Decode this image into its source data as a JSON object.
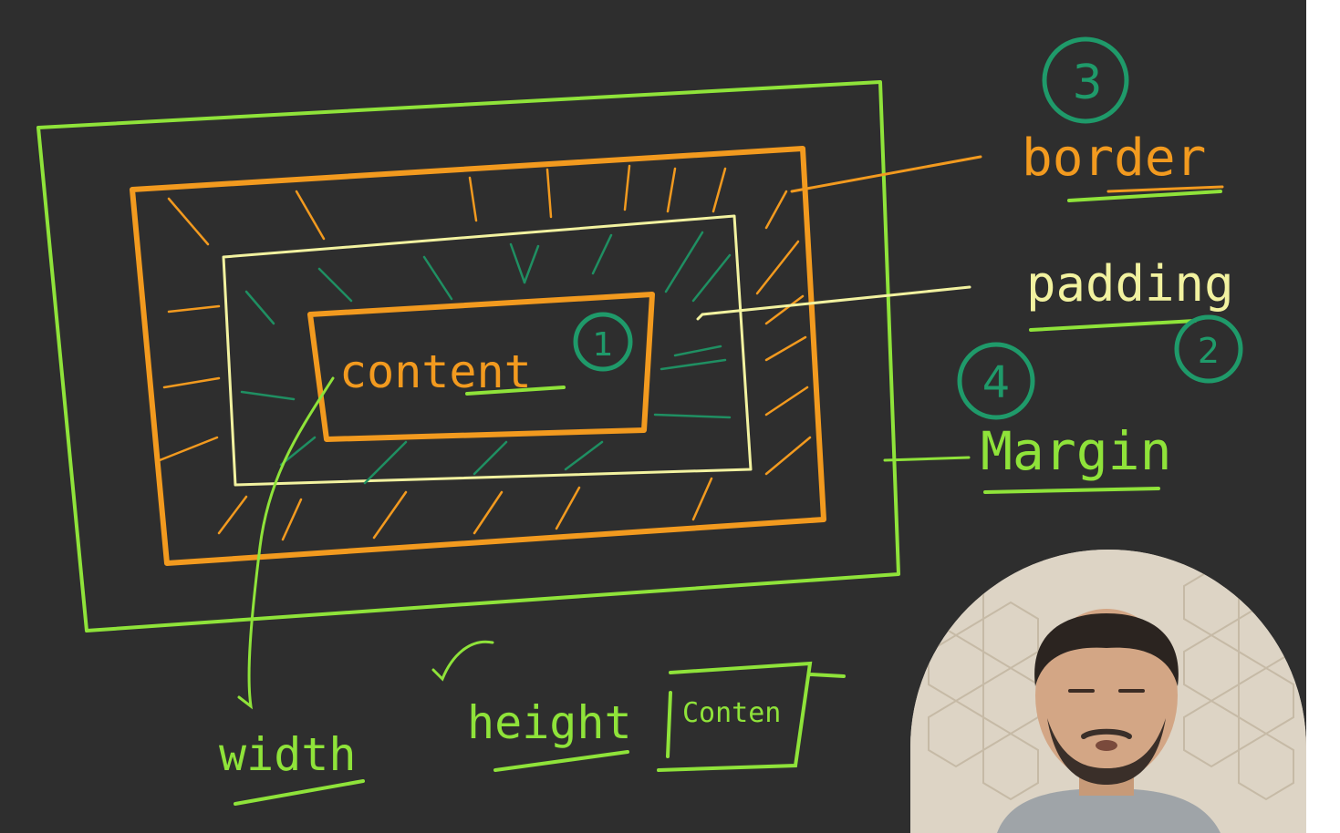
{
  "labels": {
    "content": "content",
    "border": "border",
    "padding": "padding",
    "margin": "Margin",
    "width": "width",
    "height": "height",
    "box_content": "Conten"
  },
  "order_badges": {
    "content": "1",
    "padding": "2",
    "border": "3",
    "margin": "4"
  },
  "colors": {
    "background": "#2e2e2e",
    "margin": "#8fe33a",
    "border": "#f29a1f",
    "padding": "#f2f2a0",
    "badge": "#1f9a6a",
    "hatch_inner": "#1f8f62"
  },
  "webcam": {
    "present": true
  }
}
